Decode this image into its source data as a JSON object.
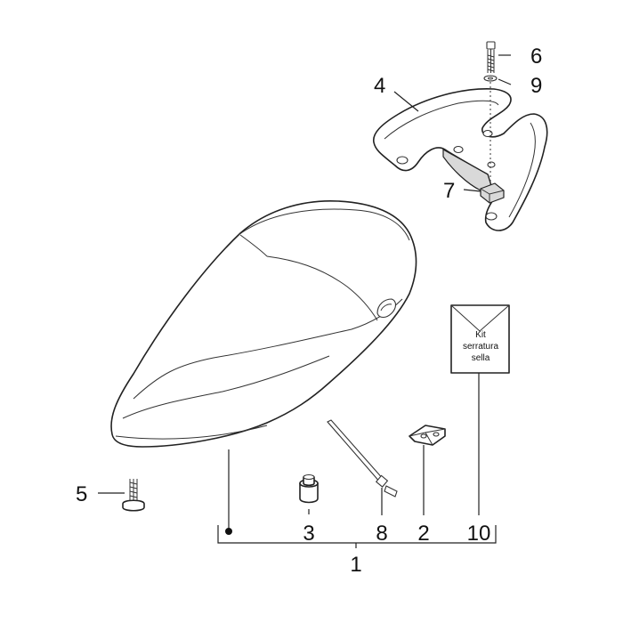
{
  "callouts": {
    "c1": "1",
    "c2": "2",
    "c3": "3",
    "c4": "4",
    "c5": "5",
    "c6": "6",
    "c7": "7",
    "c8": "8",
    "c9": "9",
    "c10": "10"
  },
  "kit_label": {
    "line1": "Kit",
    "line2": "serratura",
    "line3": "sella"
  }
}
